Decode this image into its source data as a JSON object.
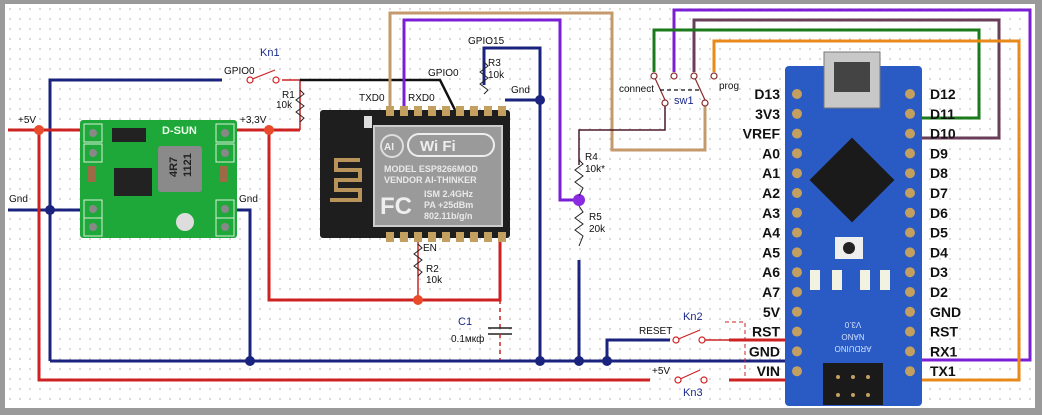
{
  "title": "ESP8266 ESP-12 programming via Arduino Nano schematic",
  "colors": {
    "power": "#cc2222",
    "ground": "#1a237e",
    "signal": "#111111",
    "wire_txd": "#c49a6c",
    "wire_rxd": "#7b1fd6",
    "wire_d11": "#1b7a1b",
    "wire_d10": "#6a3d5a",
    "wire_tx1": "#e88a1a"
  },
  "power_module": {
    "name": "D-SUN",
    "inductor_marking": [
      "4R7",
      "1121"
    ],
    "input_label": "+5V",
    "output_label": "+3,3V",
    "gnd_in_label": "Gnd",
    "gnd_out_label": "Gnd"
  },
  "esp_module": {
    "logo": "Wi Fi",
    "badge": "AI",
    "lines": [
      "MODEL    ESP8266MOD",
      "VENDOR  AI-THINKER",
      "ISM  2.4GHz",
      "PA  +25dBm",
      "802.11b/g/n"
    ],
    "fc": "FC",
    "pins": {
      "txd": "TXD0",
      "rxd": "RXD0",
      "gpio0": "GPIO0",
      "gpio15": "GPIO15",
      "gnd": "Gnd",
      "en": "EN"
    }
  },
  "components": {
    "kn1": {
      "name": "Kn1",
      "label": "GPIO0"
    },
    "kn2": {
      "name": "Kn2",
      "label": "RESET"
    },
    "kn3": {
      "name": "Kn3",
      "label": "+5V"
    },
    "sw1": {
      "name": "sw1",
      "left": "connect",
      "right": "prog"
    },
    "r1": {
      "name": "R1",
      "value": "10k"
    },
    "r2": {
      "name": "R2",
      "value": "10k"
    },
    "r3": {
      "name": "R3",
      "value": "10k"
    },
    "r4": {
      "name": "R4",
      "value": "10k*"
    },
    "r5": {
      "name": "R5",
      "value": "20k"
    },
    "c1": {
      "name": "C1",
      "value": "0.1мкф"
    }
  },
  "arduino": {
    "left_pins": [
      "D13",
      "3V3",
      "VREF",
      "A0",
      "A1",
      "A2",
      "A3",
      "A4",
      "A5",
      "A6",
      "A7",
      "5V",
      "RST",
      "GND",
      "VIN"
    ],
    "right_pins": [
      "D12",
      "D11",
      "D10",
      "D9",
      "D8",
      "D7",
      "D6",
      "D5",
      "D4",
      "D3",
      "D2",
      "GND",
      "RST",
      "RX1",
      "TX1"
    ],
    "silkscreen": [
      "ARDUINO",
      "NANO",
      "V3.0"
    ]
  }
}
